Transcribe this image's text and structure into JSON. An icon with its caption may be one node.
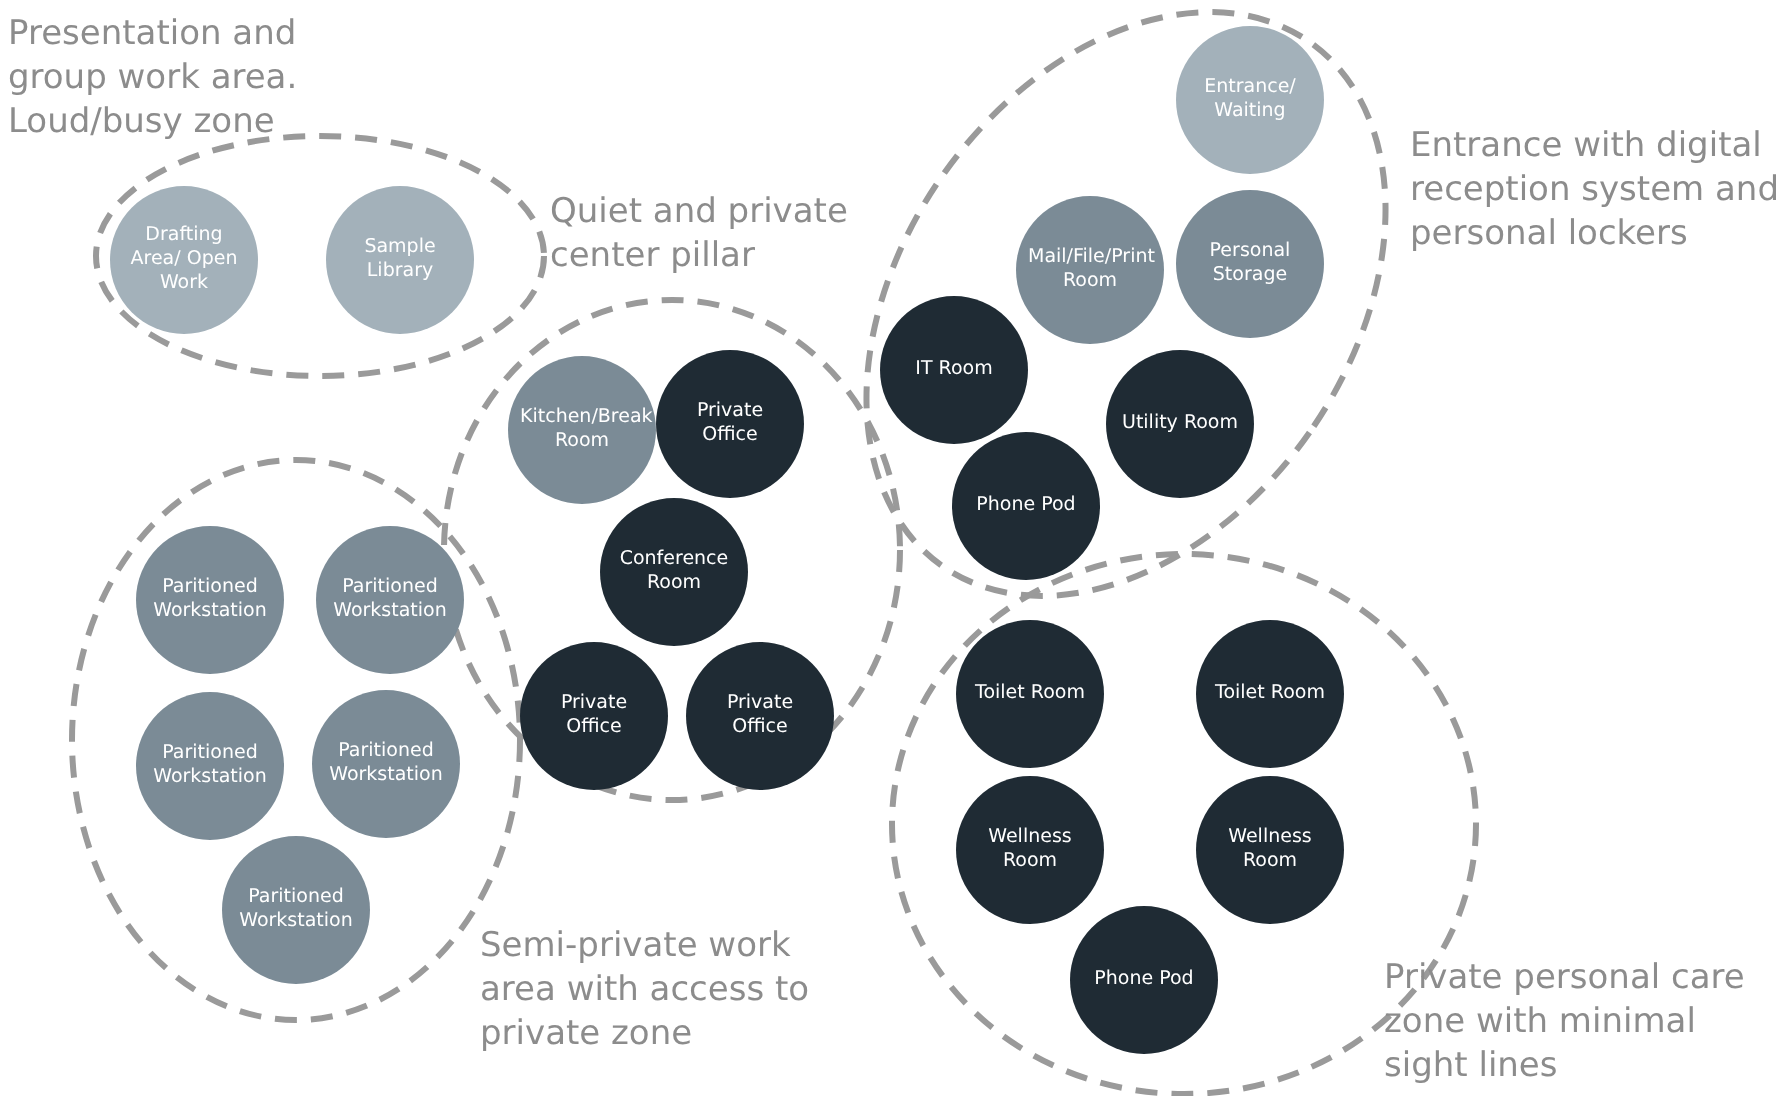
{
  "diagram": {
    "nodes": [
      {
        "text": [
          "Presentation and group work area. Loud/busy zone"
        ]
      },
      {
        "text": [
          "Drafting Area/ Open Work"
        ],
        "in": 0
      },
      {
        "text": [
          "Sample Library"
        ],
        "in": 0
      },
      {
        "text": [
          "Quiet and private center pillar"
        ]
      },
      {
        "text": [
          "Kitchen/Break Room"
        ],
        "in": 3
      },
      {
        "text": [
          "Private Office"
        ],
        "in": 3
      },
      {
        "text": [
          "Conference Room"
        ],
        "in": 3
      },
      {
        "text": [
          "Private Office"
        ],
        "in": 3
      },
      {
        "text": [
          "Private Office"
        ],
        "in": 3
      },
      {
        "text": [
          "Entrance with digital reception system and personal lockers"
        ]
      },
      {
        "text": [
          "Entrance/ Waiting"
        ],
        "in": 9
      },
      {
        "text": [
          "Mail/File/Print Room"
        ],
        "in": 9
      },
      {
        "text": [
          "Personal Storage"
        ],
        "in": 9
      },
      {
        "text": [
          "IT Room"
        ],
        "in": 9
      },
      {
        "text": [
          "Utility Room"
        ],
        "in": 9
      },
      {
        "text": [
          "Phone Pod"
        ],
        "in": 9
      },
      {
        "text": [
          "Semi-private work area with access to private zone"
        ]
      },
      {
        "text": [
          "Paritioned Workstation"
        ],
        "in": 16
      },
      {
        "text": [
          "Paritioned Workstation"
        ],
        "in": 16
      },
      {
        "text": [
          "Paritioned Workstation"
        ],
        "in": 16
      },
      {
        "text": [
          "Paritioned Workstation"
        ],
        "in": 16
      },
      {
        "text": [
          "Paritioned Workstation"
        ],
        "in": 16
      },
      {
        "text": [
          "Private personal care zone with minimal sight lines"
        ]
      },
      {
        "text": [
          "Toilet Room"
        ],
        "in": 22
      },
      {
        "text": [
          "Toilet Room"
        ],
        "in": 22
      },
      {
        "text": [
          "Wellness Room"
        ],
        "in": 22
      },
      {
        "text": [
          "Wellness Room"
        ],
        "in": 22
      },
      {
        "text": [
          "Phone Pod"
        ],
        "in": 22
      }
    ]
  }
}
